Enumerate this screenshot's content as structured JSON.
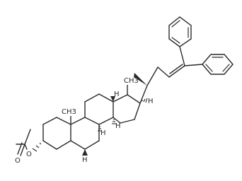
{
  "labels": {
    "methyl_c10": "CH3",
    "methyl_c13": "CH3",
    "h8": "H",
    "h9": "H",
    "h14": "H",
    "h17": "H",
    "h5": "H",
    "o_ring": "O",
    "o_carbonyl": "O"
  },
  "colors": {
    "bond": "#2a2a2a",
    "background": "#ffffff"
  }
}
